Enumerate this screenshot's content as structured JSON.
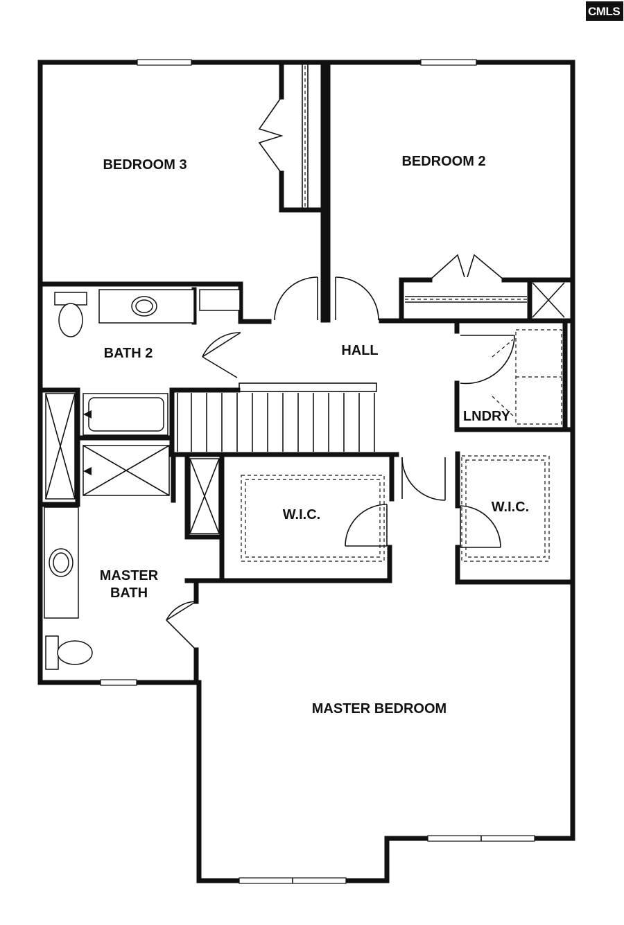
{
  "logo": {
    "text": "CMLS"
  },
  "rooms": {
    "bedroom3": "BEDROOM 3",
    "bedroom2": "BEDROOM 2",
    "bath2": "BATH 2",
    "hall": "HALL",
    "laundry": "LNDRY",
    "wic_left": "W.I.C.",
    "wic_right": "W.I.C.",
    "master_bath_line1": "MASTER",
    "master_bath_line2": "BATH",
    "master_bedroom": "MASTER BEDROOM"
  }
}
